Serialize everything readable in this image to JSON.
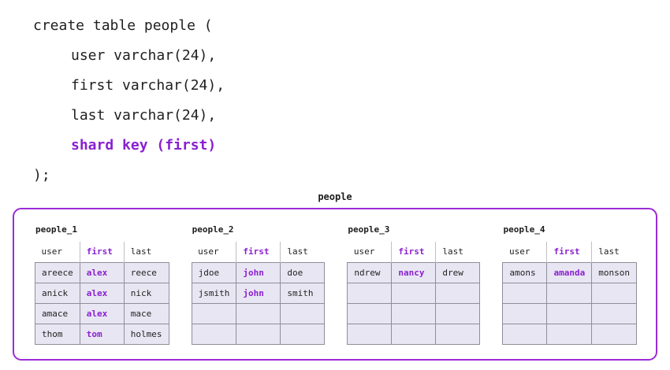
{
  "code": {
    "lines": [
      {
        "text": "create table people (",
        "indent": false,
        "highlight": false
      },
      {
        "text": "user varchar(24),",
        "indent": true,
        "highlight": false
      },
      {
        "text": "first varchar(24),",
        "indent": true,
        "highlight": false
      },
      {
        "text": "last varchar(24),",
        "indent": true,
        "highlight": false
      },
      {
        "text": "shard key (first)",
        "indent": true,
        "highlight": true
      },
      {
        "text": ");",
        "indent": false,
        "highlight": false
      }
    ]
  },
  "diagram": {
    "title": "people",
    "columns": [
      "user",
      "first",
      "last"
    ],
    "shard_key_column": "first",
    "shard_key_column_index": 1,
    "colors": {
      "accent": "#8a1fd1",
      "border": "#9c2bd6",
      "cell_bg": "#e8e6f2",
      "cell_border": "#8f8f98"
    },
    "shards": [
      {
        "name": "people_1",
        "rows": [
          [
            "areece",
            "alex",
            "reece"
          ],
          [
            "anick",
            "alex",
            "nick"
          ],
          [
            "amace",
            "alex",
            "mace"
          ],
          [
            "thom",
            "tom",
            "holmes"
          ]
        ]
      },
      {
        "name": "people_2",
        "rows": [
          [
            "jdoe",
            "john",
            "doe"
          ],
          [
            "jsmith",
            "john",
            "smith"
          ],
          [
            "",
            "",
            ""
          ],
          [
            "",
            "",
            ""
          ]
        ]
      },
      {
        "name": "people_3",
        "rows": [
          [
            "ndrew",
            "nancy",
            "drew"
          ],
          [
            "",
            "",
            ""
          ],
          [
            "",
            "",
            ""
          ],
          [
            "",
            "",
            ""
          ]
        ]
      },
      {
        "name": "people_4",
        "rows": [
          [
            "amons",
            "amanda",
            "monson"
          ],
          [
            "",
            "",
            ""
          ],
          [
            "",
            "",
            ""
          ],
          [
            "",
            "",
            ""
          ]
        ]
      }
    ]
  }
}
